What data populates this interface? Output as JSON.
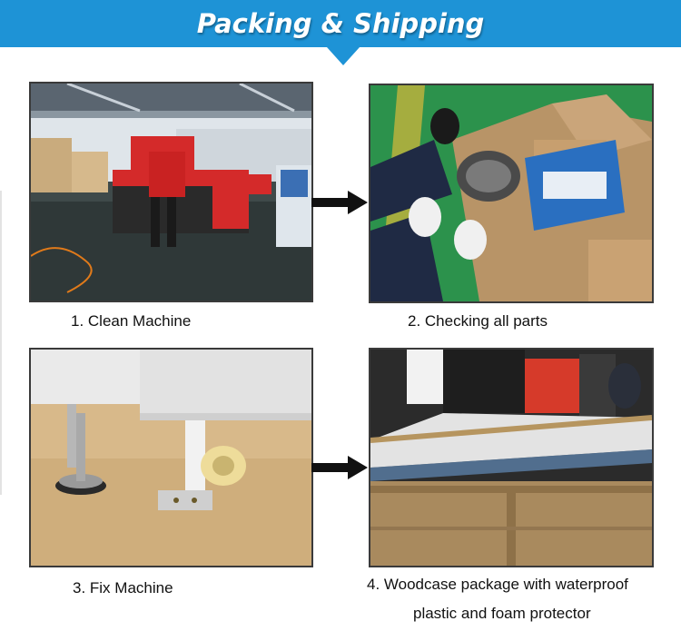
{
  "banner": {
    "title": "Packing & Shipping"
  },
  "steps": [
    {
      "caption": "1. Clean Machine"
    },
    {
      "caption": "2. Checking all parts"
    },
    {
      "caption": "3. Fix Machine"
    },
    {
      "caption_line1": "4. Woodcase package with waterproof",
      "caption_line2": "plastic and foam protector"
    }
  ],
  "colors": {
    "banner": "#1e93d6",
    "arrow": "#111111",
    "machine_red": "#d42a2a"
  },
  "icons": [
    "right-arrow-icon",
    "right-arrow-icon"
  ]
}
